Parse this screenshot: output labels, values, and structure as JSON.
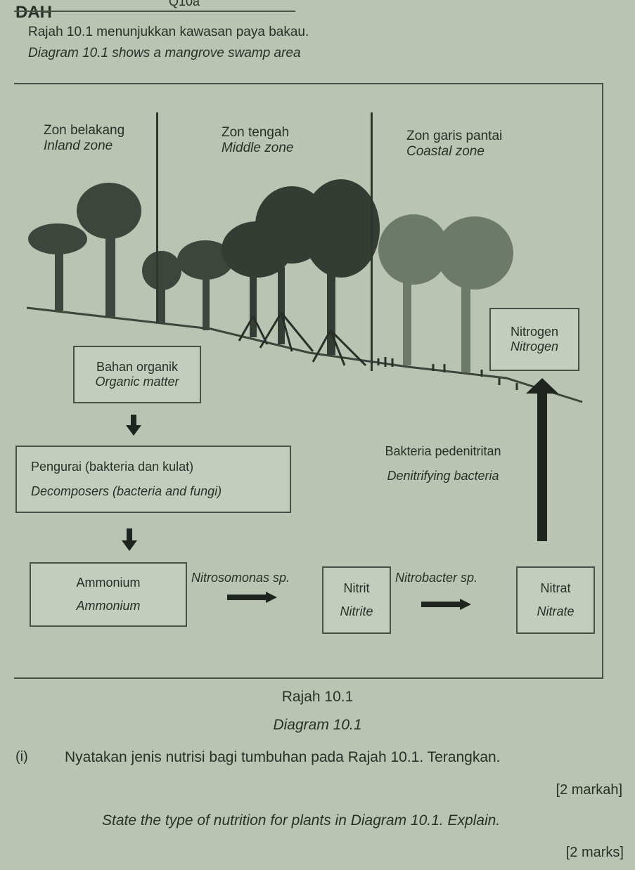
{
  "header": {
    "code": "DAH",
    "question_tag": "Q10a"
  },
  "intro": {
    "ms": "Rajah 10.1 menunjukkan kawasan paya bakau.",
    "en": "Diagram 10.1 shows a mangrove swamp area"
  },
  "zones": {
    "inland": {
      "ms": "Zon belakang",
      "en": "Inland zone"
    },
    "middle": {
      "ms": "Zon tengah",
      "en": "Middle zone"
    },
    "coastal": {
      "ms": "Zon garis pantai",
      "en": "Coastal zone"
    }
  },
  "boxes": {
    "nitrogen": {
      "ms": "Nitrogen",
      "en": "Nitrogen"
    },
    "organic": {
      "ms": "Bahan organik",
      "en": "Organic matter"
    },
    "decomposers": {
      "ms": "Pengurai (bakteria dan kulat)",
      "en": "Decomposers (bacteria and fungi)"
    },
    "denitrifying": {
      "ms": "Bakteria pedenitritan",
      "en": "Denitrifying bacteria"
    },
    "ammonium": {
      "ms": "Ammonium",
      "en": "Ammonium"
    },
    "nitrosomonas": {
      "label": "Nitrosomonas sp."
    },
    "nitrite": {
      "ms": "Nitrit",
      "en": "Nitrite"
    },
    "nitrobacter": {
      "label": "Nitrobacter sp."
    },
    "nitrate": {
      "ms": "Nitrat",
      "en": "Nitrate"
    }
  },
  "caption": {
    "ms": "Rajah 10.1",
    "en": "Diagram 10.1"
  },
  "question": {
    "number": "(i)",
    "ms": "Nyatakan jenis nutrisi bagi tumbuhan pada Rajah 10.1. Terangkan.",
    "marks_ms": "[2 markah]",
    "en": "State the type of nutrition for plants in Diagram 10.1. Explain.",
    "marks_en": "[2 marks]"
  },
  "colors": {
    "paper": "#b9c4b3",
    "ink": "#2a2f2a",
    "foliage_dark": "#3d463c",
    "foliage_light": "#6e7a69"
  }
}
